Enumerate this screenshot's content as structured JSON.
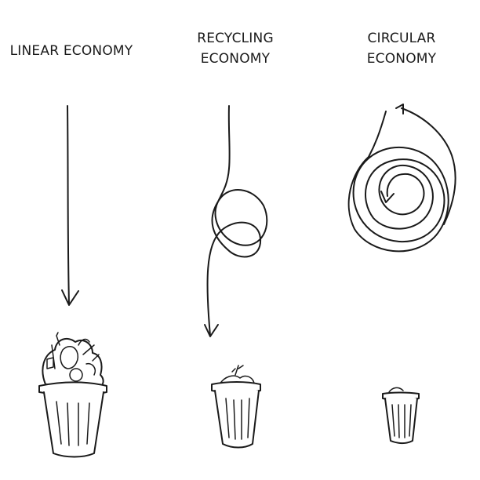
{
  "columns": [
    {
      "id": "linear",
      "title_lines": [
        "LINEAR",
        "ECONOMY"
      ]
    },
    {
      "id": "recycling",
      "title_lines": [
        "RECYCLING",
        "ECONOMY"
      ]
    },
    {
      "id": "circular",
      "title_lines": [
        "CIRCULAR",
        "ECONOMY"
      ]
    }
  ],
  "colors": {
    "ink": "#1a1a1a",
    "background": "#ffffff"
  },
  "icons": [
    "down-arrow-icon",
    "loop-arrow-icon",
    "spiral-arrow-icon",
    "trash-can-icon"
  ]
}
